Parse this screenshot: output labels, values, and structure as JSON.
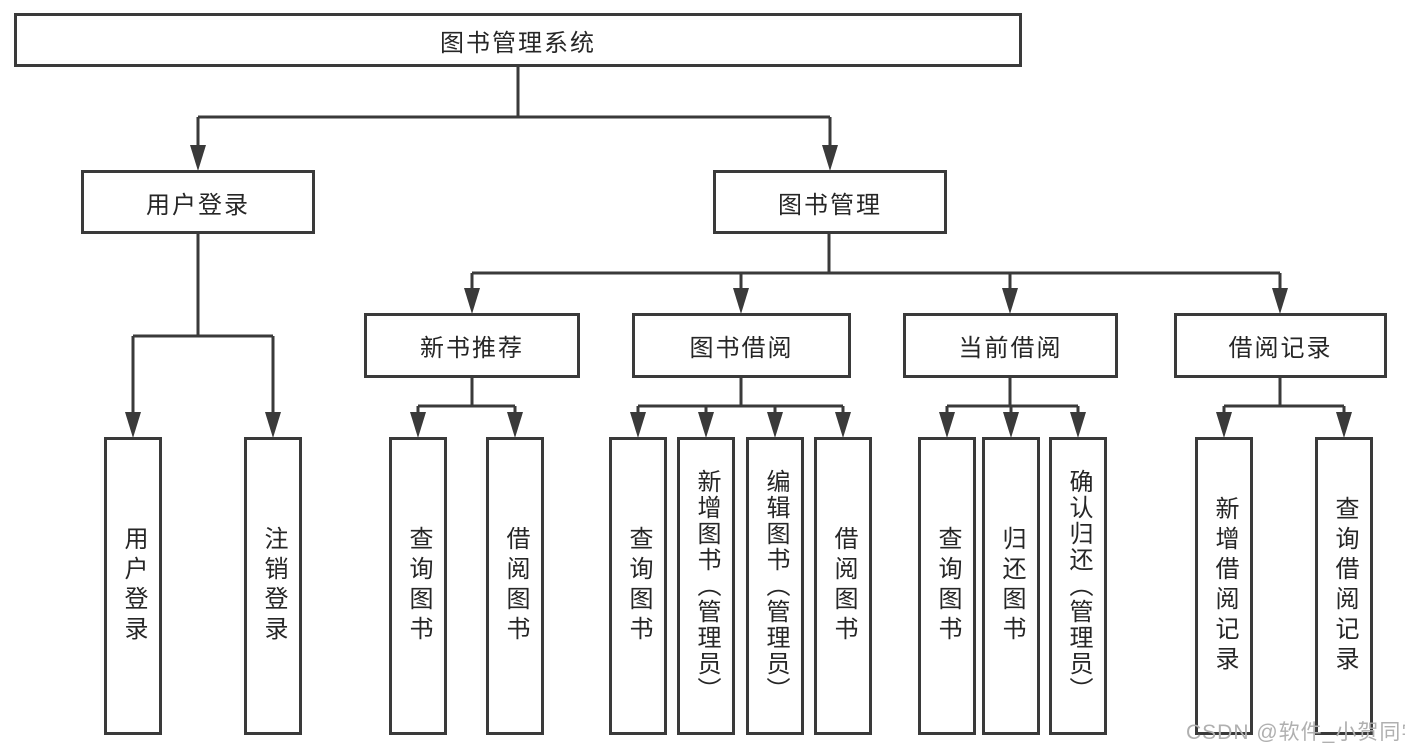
{
  "tree": {
    "label": "图书管理系统",
    "children": [
      {
        "label": "用户登录",
        "children": [
          {
            "label": "用户登录"
          },
          {
            "label": "注销登录"
          }
        ]
      },
      {
        "label": "图书管理",
        "children": [
          {
            "label": "新书推荐",
            "children": [
              {
                "label": "查询图书"
              },
              {
                "label": "借阅图书"
              }
            ]
          },
          {
            "label": "图书借阅",
            "children": [
              {
                "label": "查询图书"
              },
              {
                "label": "新增图书（管理员）"
              },
              {
                "label": "编辑图书（管理员）"
              },
              {
                "label": "借阅图书"
              }
            ]
          },
          {
            "label": "当前借阅",
            "children": [
              {
                "label": "查询图书"
              },
              {
                "label": "归还图书"
              },
              {
                "label": "确认归还（管理员）"
              }
            ]
          },
          {
            "label": "借阅记录",
            "children": [
              {
                "label": "新增借阅记录"
              },
              {
                "label": "查询借阅记录"
              }
            ]
          }
        ]
      }
    ]
  },
  "watermark": {
    "text": "CSDN @软件_小贺同学"
  },
  "colors": {
    "line": "#3a3a3a",
    "text": "#262626",
    "watermark": "#b0b0b0",
    "background": "#ffffff"
  }
}
